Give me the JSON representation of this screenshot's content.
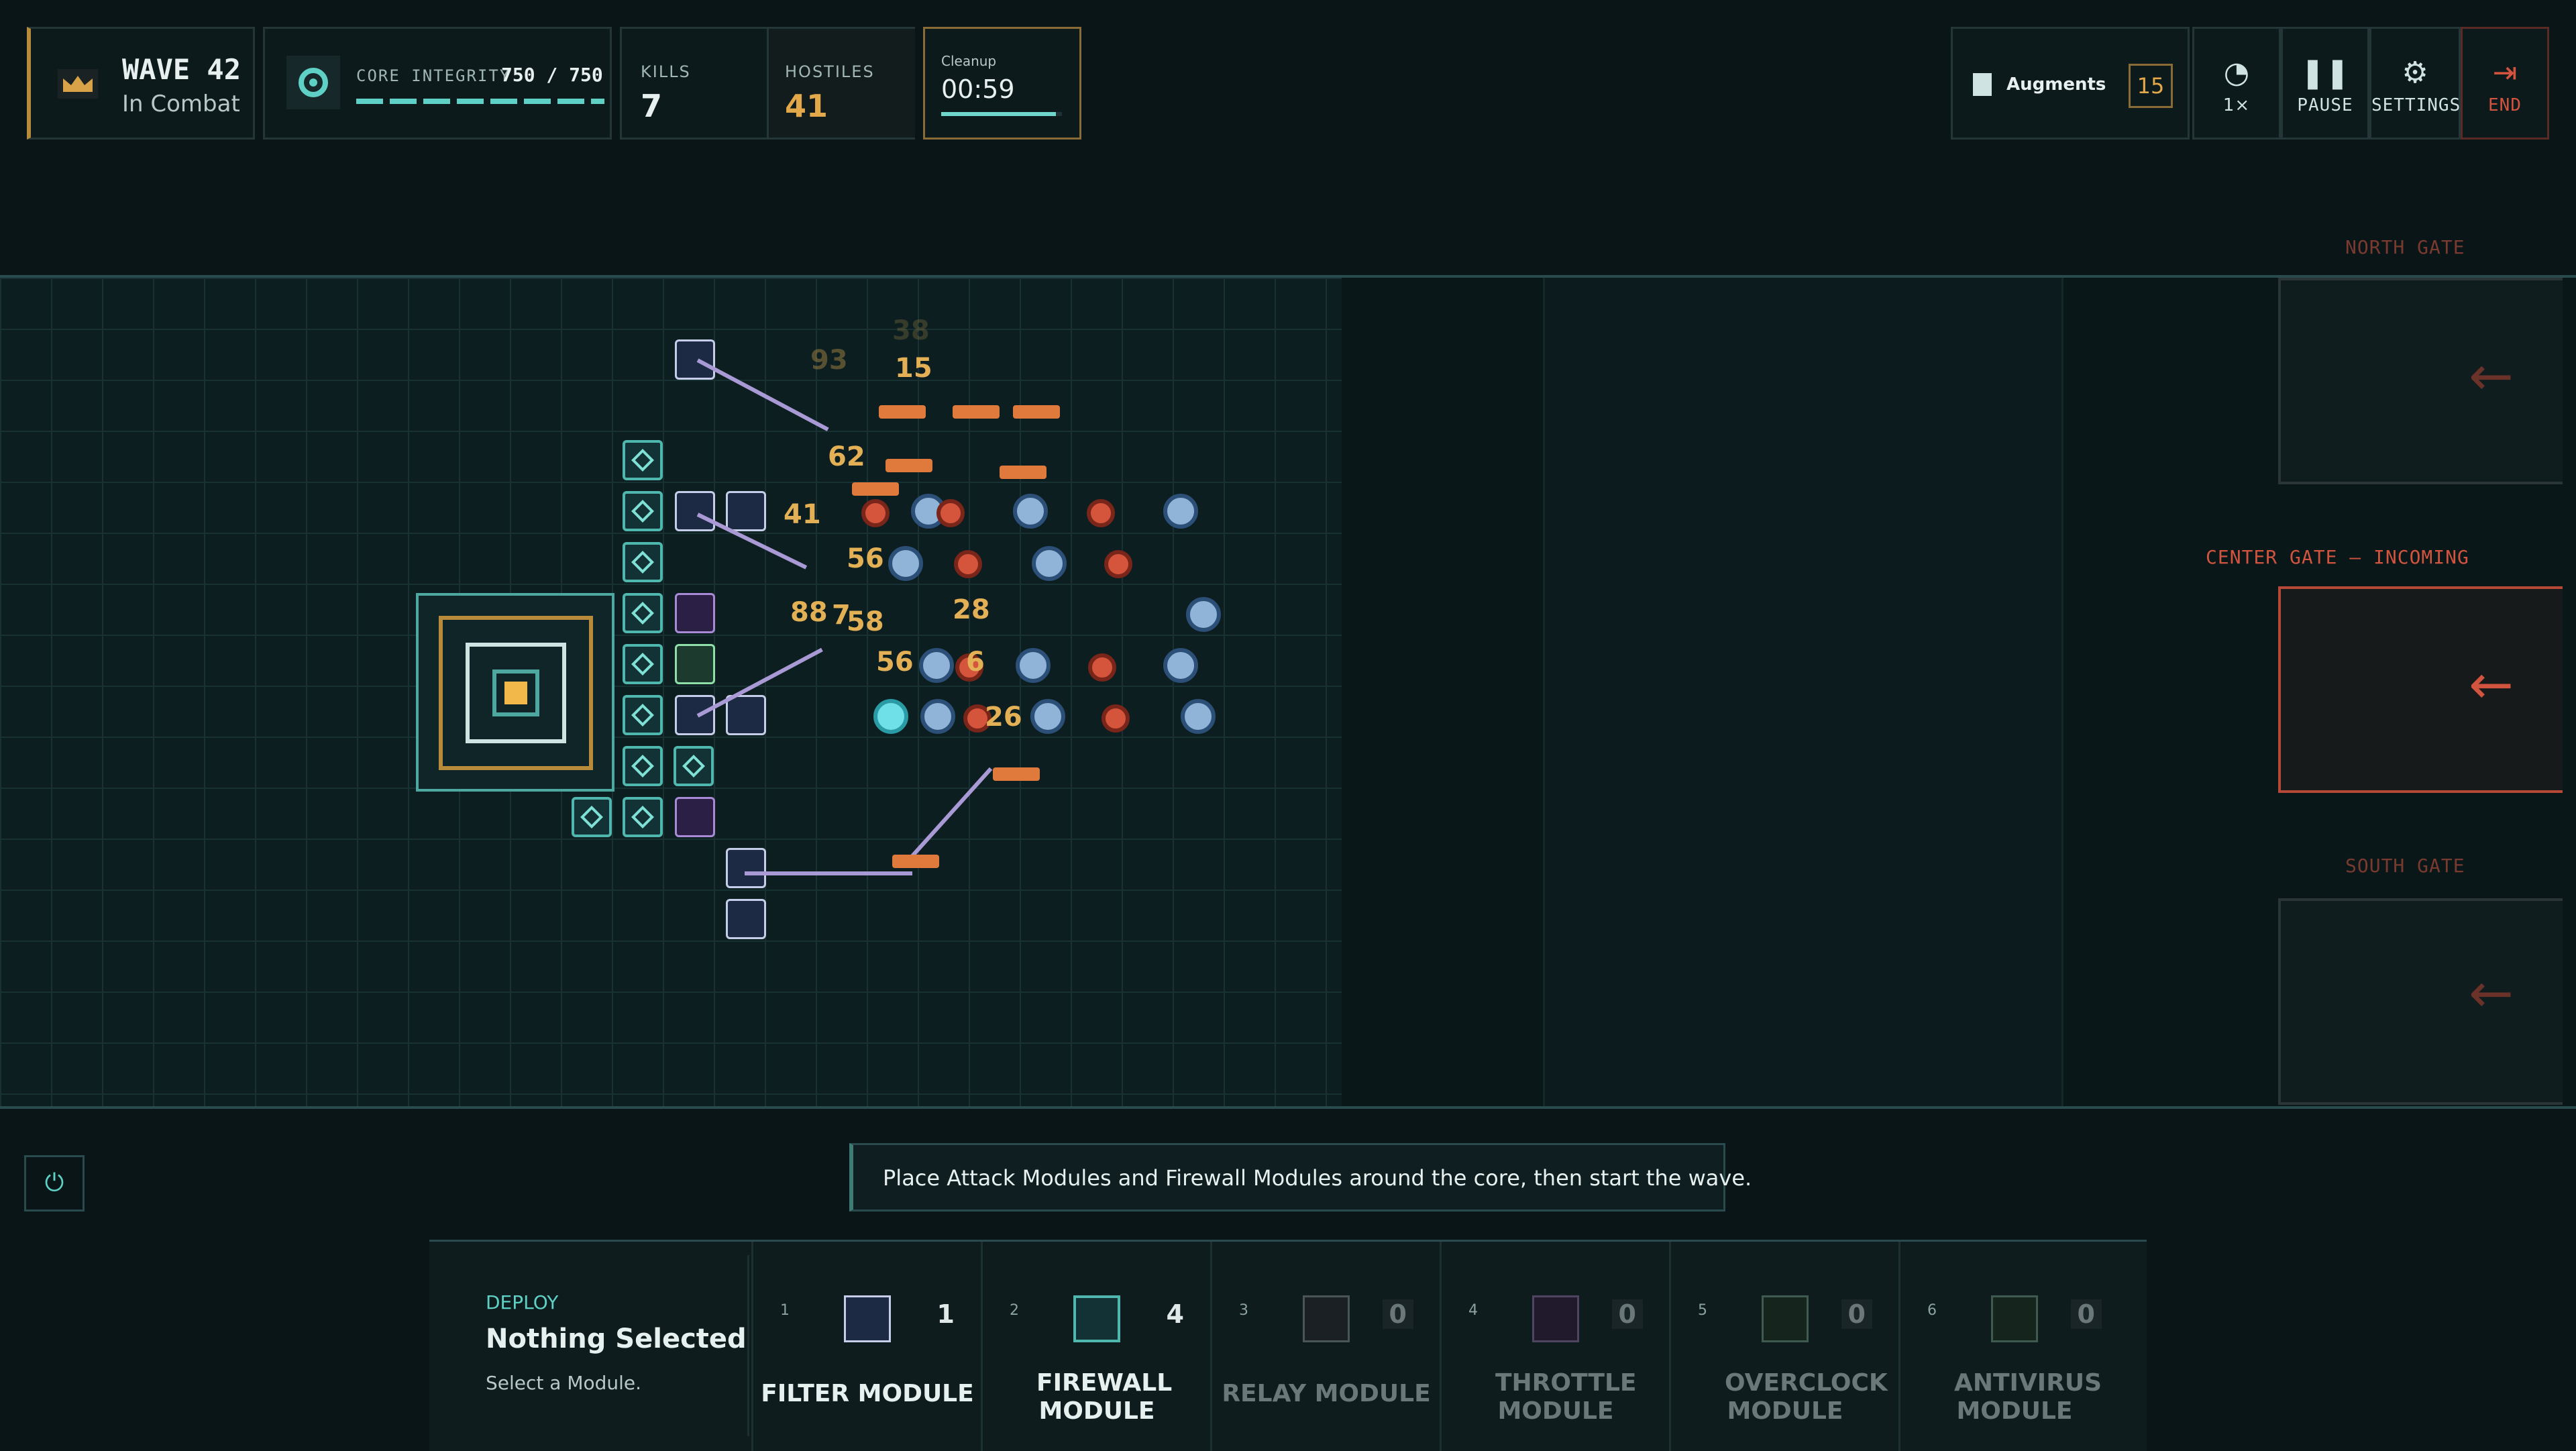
{
  "hud": {
    "wave_label": "WAVE 42",
    "wave_status": "In Combat",
    "core_label": "CORE INTEGRITY",
    "core_value": "750 / 750",
    "kills_label": "KILLS",
    "kills_value": "7",
    "hostiles_label": "HOSTILES",
    "hostiles_value": "41",
    "timer_label": "Cleanup",
    "timer_value": "00:59",
    "timer_progress": 0.95
  },
  "controls": {
    "augments_label": "Augments",
    "augments_count": "15",
    "speed_label": "1×",
    "pause_label": "PAUSE",
    "settings_label": "SETTINGS",
    "end_label": "END"
  },
  "gates": {
    "north": "NORTH GATE",
    "center": "CENTER GATE — INCOMING",
    "south": "SOUTH GATE"
  },
  "damage_numbers": [
    "38",
    "93",
    "15",
    "62",
    "41",
    "56",
    "88",
    "7",
    "58",
    "28",
    "56",
    "6",
    "26"
  ],
  "hint": "Place Attack Modules and Firewall Modules around the core, then start the wave.",
  "deploy": {
    "title": "DEPLOY",
    "selection": "Nothing Selected",
    "subtitle": "Select a Module.",
    "modules": [
      {
        "key": "1",
        "name": "FILTER MODULE",
        "count": "1"
      },
      {
        "key": "2",
        "name": "FIREWALL MODULE",
        "count": "4"
      },
      {
        "key": "3",
        "name": "RELAY MODULE",
        "count": "0"
      },
      {
        "key": "4",
        "name": "THROTTLE MODULE",
        "count": "0"
      },
      {
        "key": "5",
        "name": "OVERCLOCK MODULE",
        "count": "0"
      },
      {
        "key": "6",
        "name": "ANTIVIRUS MODULE",
        "count": "0"
      }
    ]
  },
  "colors": {
    "accent": "#e3a84a",
    "teal": "#5fd0c6",
    "danger": "#d2543e"
  }
}
